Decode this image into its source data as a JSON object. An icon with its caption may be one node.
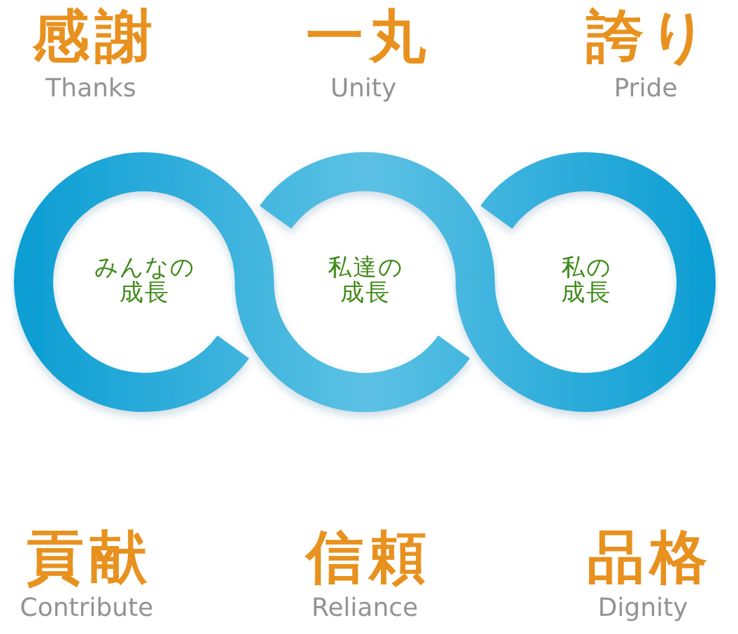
{
  "diagram": {
    "nodes": [
      {
        "text": [
          "みんなの成長"
        ]
      },
      {
        "text": [
          "私達の成長"
        ]
      },
      {
        "text": [
          "私の成長"
        ]
      }
    ],
    "labels": [
      "感謝",
      "Thanks",
      "一丸",
      "Unity",
      "誇り",
      "Pride",
      "貢献",
      "Contribute",
      "信頼",
      "Reliance",
      "品格",
      "Dignity"
    ]
  }
}
